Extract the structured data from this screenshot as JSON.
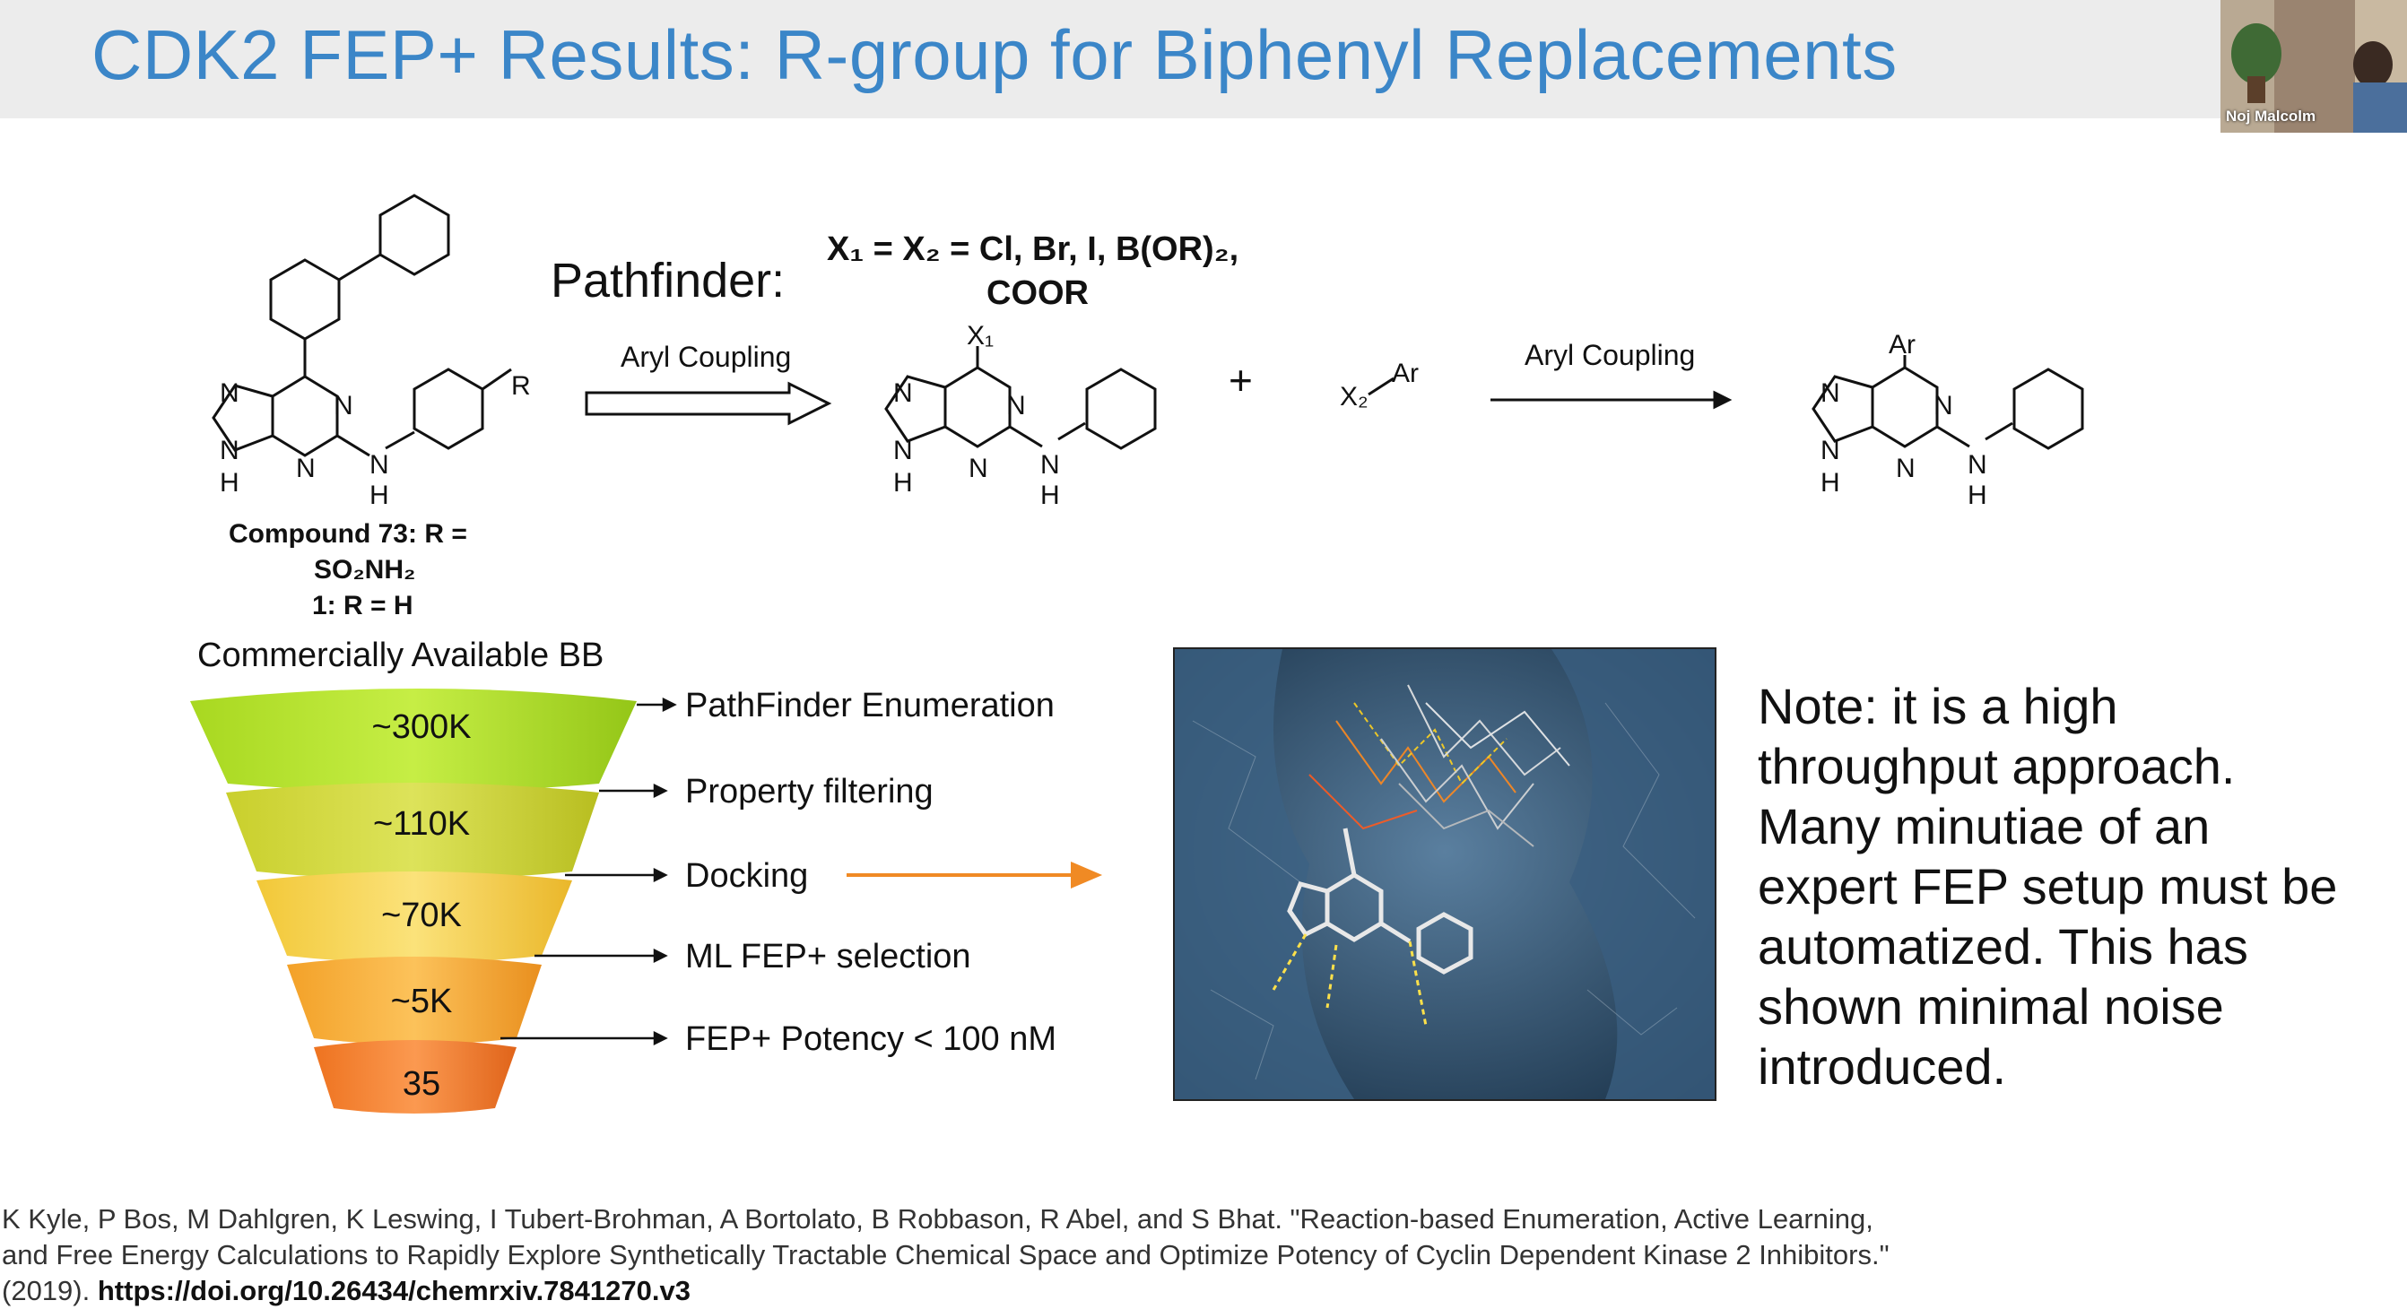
{
  "slide": {
    "title": "CDK2 FEP+ Results: R-group for Biphenyl Replacements",
    "accent_color": "#3b86c8",
    "participant_name": "Noj Malcolm"
  },
  "scheme": {
    "compound_caption_line1": "Compound 73: R =",
    "compound_caption_line2": "SO₂NH₂",
    "compound_caption_line3": "1: R = H",
    "r_label": "R",
    "pathfinder_label": "Pathfinder:",
    "x_definition_line1": "X₁ = X₂ = Cl, Br, I, B(OR)₂,",
    "x_definition_line2": "COOR",
    "arrow1_label": "Aryl Coupling",
    "arrow2_label": "Aryl Coupling",
    "x1_label": "X₁",
    "plus": "+",
    "reagent_label": "X₂",
    "ar_label": "Ar",
    "product_ar_label": "Ar",
    "atom_N": "N",
    "atom_H": "H"
  },
  "funnel": {
    "heading": "Commercially Available BB",
    "tiers": [
      {
        "count": "~300K",
        "label": "PathFinder Enumeration",
        "color": "#a8d820"
      },
      {
        "count": "~110K",
        "label": "Property filtering",
        "color": "#cdd635"
      },
      {
        "count": "~70K",
        "label": "Docking",
        "color": "#f5cf45"
      },
      {
        "count": "~5K",
        "label": "ML FEP+ selection",
        "color": "#f5a630"
      },
      {
        "count": "35",
        "label": "FEP+ Potency < 100 nM",
        "color": "#f07d24"
      }
    ],
    "docking_arrow_color": "#f08a24"
  },
  "note": {
    "text": "Note: it is a high throughput approach. Many minutiae of an expert FEP setup must be automatized. This has shown minimal noise introduced."
  },
  "reference": {
    "text": "K Kyle, P Bos, M Dahlgren, K Leswing, I Tubert-Brohman, A Bortolato, B Robbason, R Abel, and S Bhat. \"Reaction-based Enumeration, Active Learning, and Free Energy Calculations to Rapidly Explore Synthetically Tractable Chemical Space and Optimize Potency of Cyclin Dependent Kinase 2 Inhibitors.\" (2019).",
    "doi": "https://doi.org/10.26434/chemrxiv.7841270.v3"
  }
}
